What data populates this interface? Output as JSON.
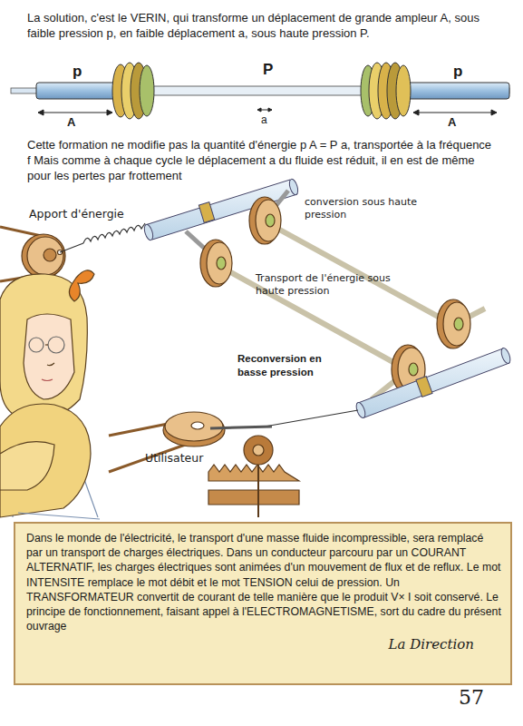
{
  "diagram": {
    "nodes": [
      {
        "text": [
          "Dans le monde de l'électricité, le transport d'une masse fluide incompressible, sera remplacé par un transport de charges électriques. Dans un conducteur parcouru par un COURANT ALTERNATIF, les charges électriques sont animées d'un mouvement de flux et de reflux. Le mot INTENSITE remplace le mot débit et le mot TENSION celui de pression. Un TRANSFORMATEUR convertit de courant de telle manière que le produit V× I soit conservé. Le principe de fonctionnement, faisant appel à l'ELECTROMAGNETISME, sort du cadre du présent ouvrage",
          "La Direction"
        ]
      }
    ],
    "labels": [
      "La solution, c'est le VERIN, qui transforme un déplacement de grande ampleur A, sous faible pression p, en faible déplacement a, sous haute pression P.",
      "p",
      "A",
      "P",
      "a",
      "p",
      "A",
      "Cette formation ne modifie pas la quantité d'énergie p A = P a, transportée à la fréquence f Mais comme à chaque cycle le déplacement a du fluide est réduit, il en est de même pour les pertes par frottement",
      "Apport d'énergie",
      "conversion sous haute pression",
      "Transport de l'énergie sous haute pression",
      "Reconversion en basse pression",
      "Utilisateur",
      "57"
    ]
  }
}
